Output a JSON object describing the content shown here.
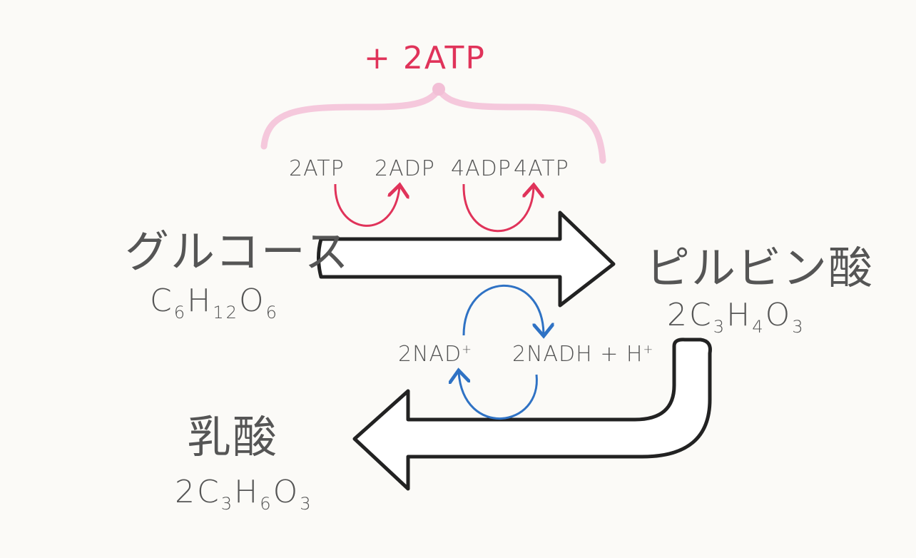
{
  "total": {
    "text": "+ 2ATP"
  },
  "compounds": {
    "glucose": {
      "name": "グルコース",
      "formula_main": "C",
      "s1": "6",
      "f2": "H",
      "s2": "12",
      "f3": "O",
      "s3": "6"
    },
    "pyruvate": {
      "name": "ピルビン酸",
      "coef": "2",
      "formula_main": "C",
      "s1": "3",
      "f2": "H",
      "s2": "4",
      "f3": "O",
      "s3": "3"
    },
    "lactate": {
      "name": "乳酸",
      "coef": "2",
      "formula_main": "C",
      "s1": "3",
      "f2": "H",
      "s2": "6",
      "f3": "O",
      "s3": "3"
    }
  },
  "energy": {
    "atp_in": "2ATP",
    "adp_out": "2ADP",
    "adp_in": "4ADP",
    "atp_out": "4ATP"
  },
  "nad": {
    "nad": "2NAD",
    "nad_sup": "+",
    "nadh": "2NADH + H",
    "nadh_sup": "+"
  },
  "colors": {
    "red": "#e0335a",
    "pink": "#f5c8dc",
    "blue": "#2f72c4",
    "pencil": "#555555",
    "outline": "#222222"
  }
}
